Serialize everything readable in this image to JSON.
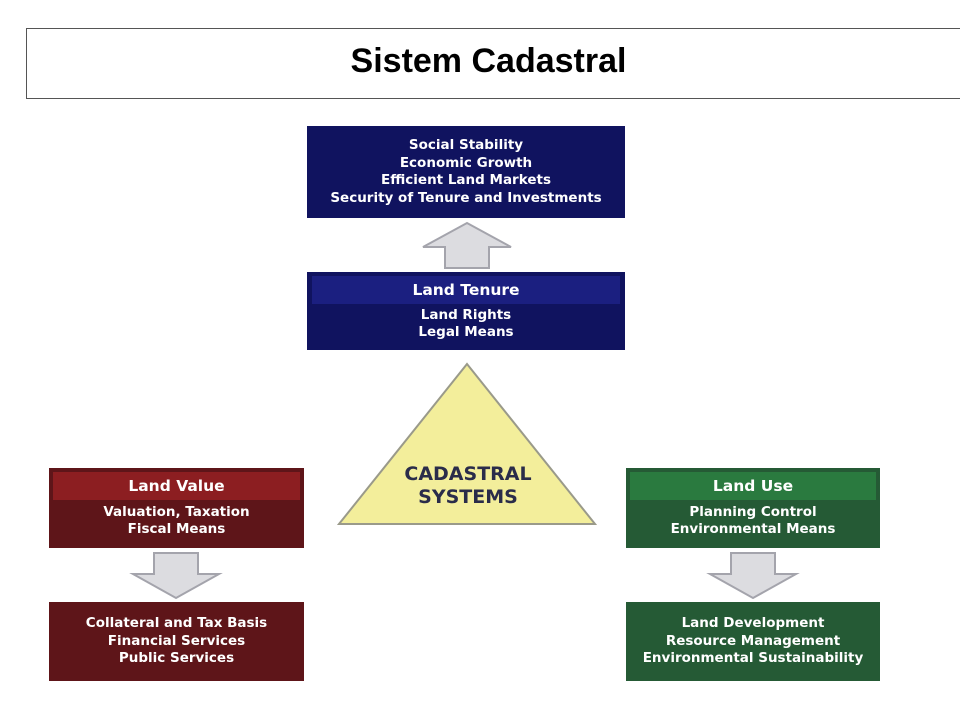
{
  "title": "Sistem Cadastral",
  "diagram": {
    "outcomes": [
      "Social Stability",
      "Economic Growth",
      "Efficient Land Markets",
      "Security of Tenure and Investments"
    ],
    "land_tenure": {
      "heading": "Land Tenure",
      "lines": [
        "Land Rights",
        "Legal Means"
      ]
    },
    "center": {
      "lines": [
        "CADASTRAL",
        "SYSTEMS"
      ]
    },
    "land_value": {
      "heading": "Land Value",
      "lines": [
        "Valuation, Taxation",
        "Fiscal Means"
      ]
    },
    "land_value_outcomes": [
      "Collateral and Tax Basis",
      "Financial Services",
      "Public Services"
    ],
    "land_use": {
      "heading": "Land Use",
      "lines": [
        "Planning Control",
        "Environmental Means"
      ]
    },
    "land_use_outcomes": [
      "Land Development",
      "Resource Management",
      "Environmental Sustainability"
    ]
  },
  "colors": {
    "blue": "#10135f",
    "red": "#5e1519",
    "green": "#255a35",
    "triangle": "#f3ee9b",
    "arrow": "#dcdce0"
  }
}
